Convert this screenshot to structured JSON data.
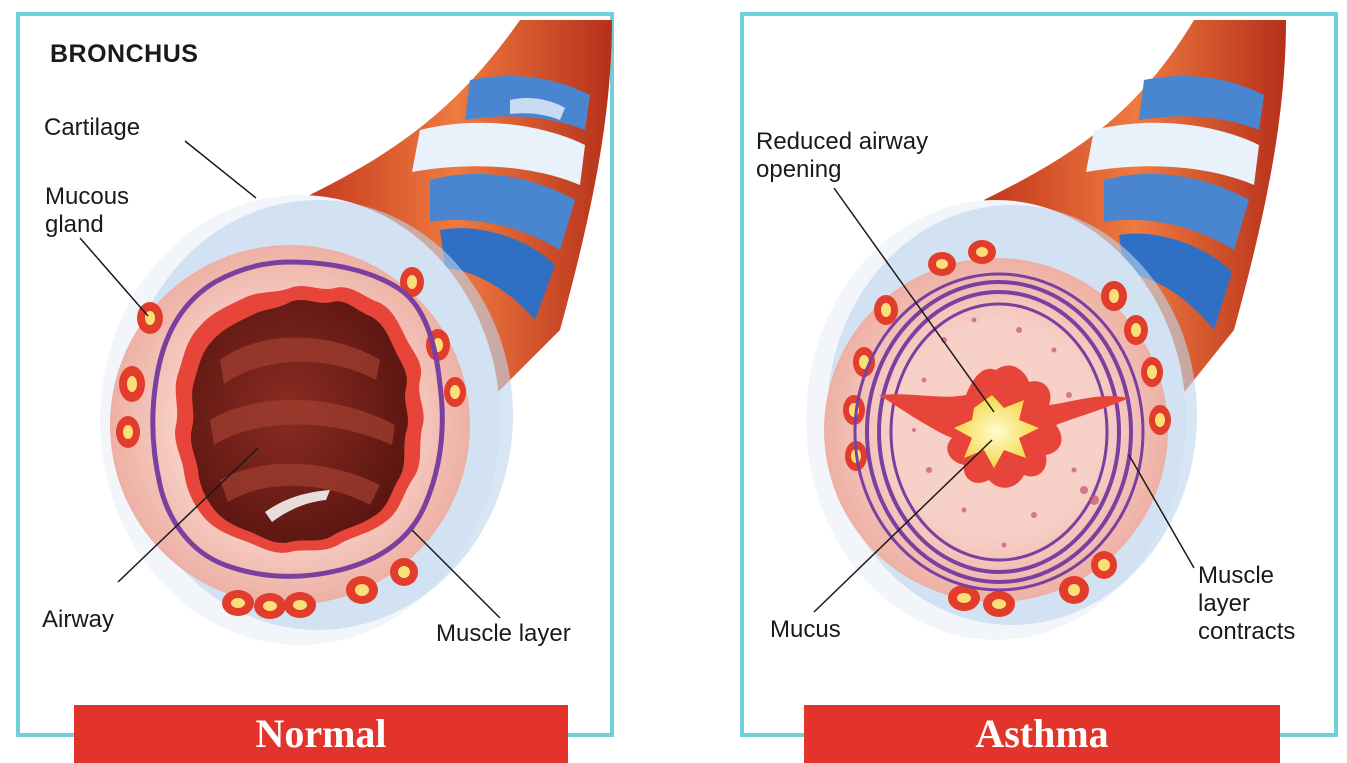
{
  "normal": {
    "title": "BRONCHUS",
    "labels": {
      "cartilage": "Cartilage",
      "mucous_gland_1": "Mucous",
      "mucous_gland_2": "gland",
      "airway": "Airway",
      "muscle_layer": "Muscle layer"
    },
    "banner": "Normal"
  },
  "asthma": {
    "labels": {
      "reduced_1": "Reduced airway",
      "reduced_2": "opening",
      "mucus": "Mucus",
      "muscle_1": "Muscle",
      "muscle_2": "layer",
      "muscle_3": "contracts"
    },
    "banner": "Asthma"
  },
  "colors": {
    "frame": "#6fd0dc",
    "banner": "#e2342b",
    "tissue": "#f6c9c0",
    "muscle": "#7b3fa0",
    "cartilage": "#4a86d0",
    "mucus": "#f8e86a"
  }
}
